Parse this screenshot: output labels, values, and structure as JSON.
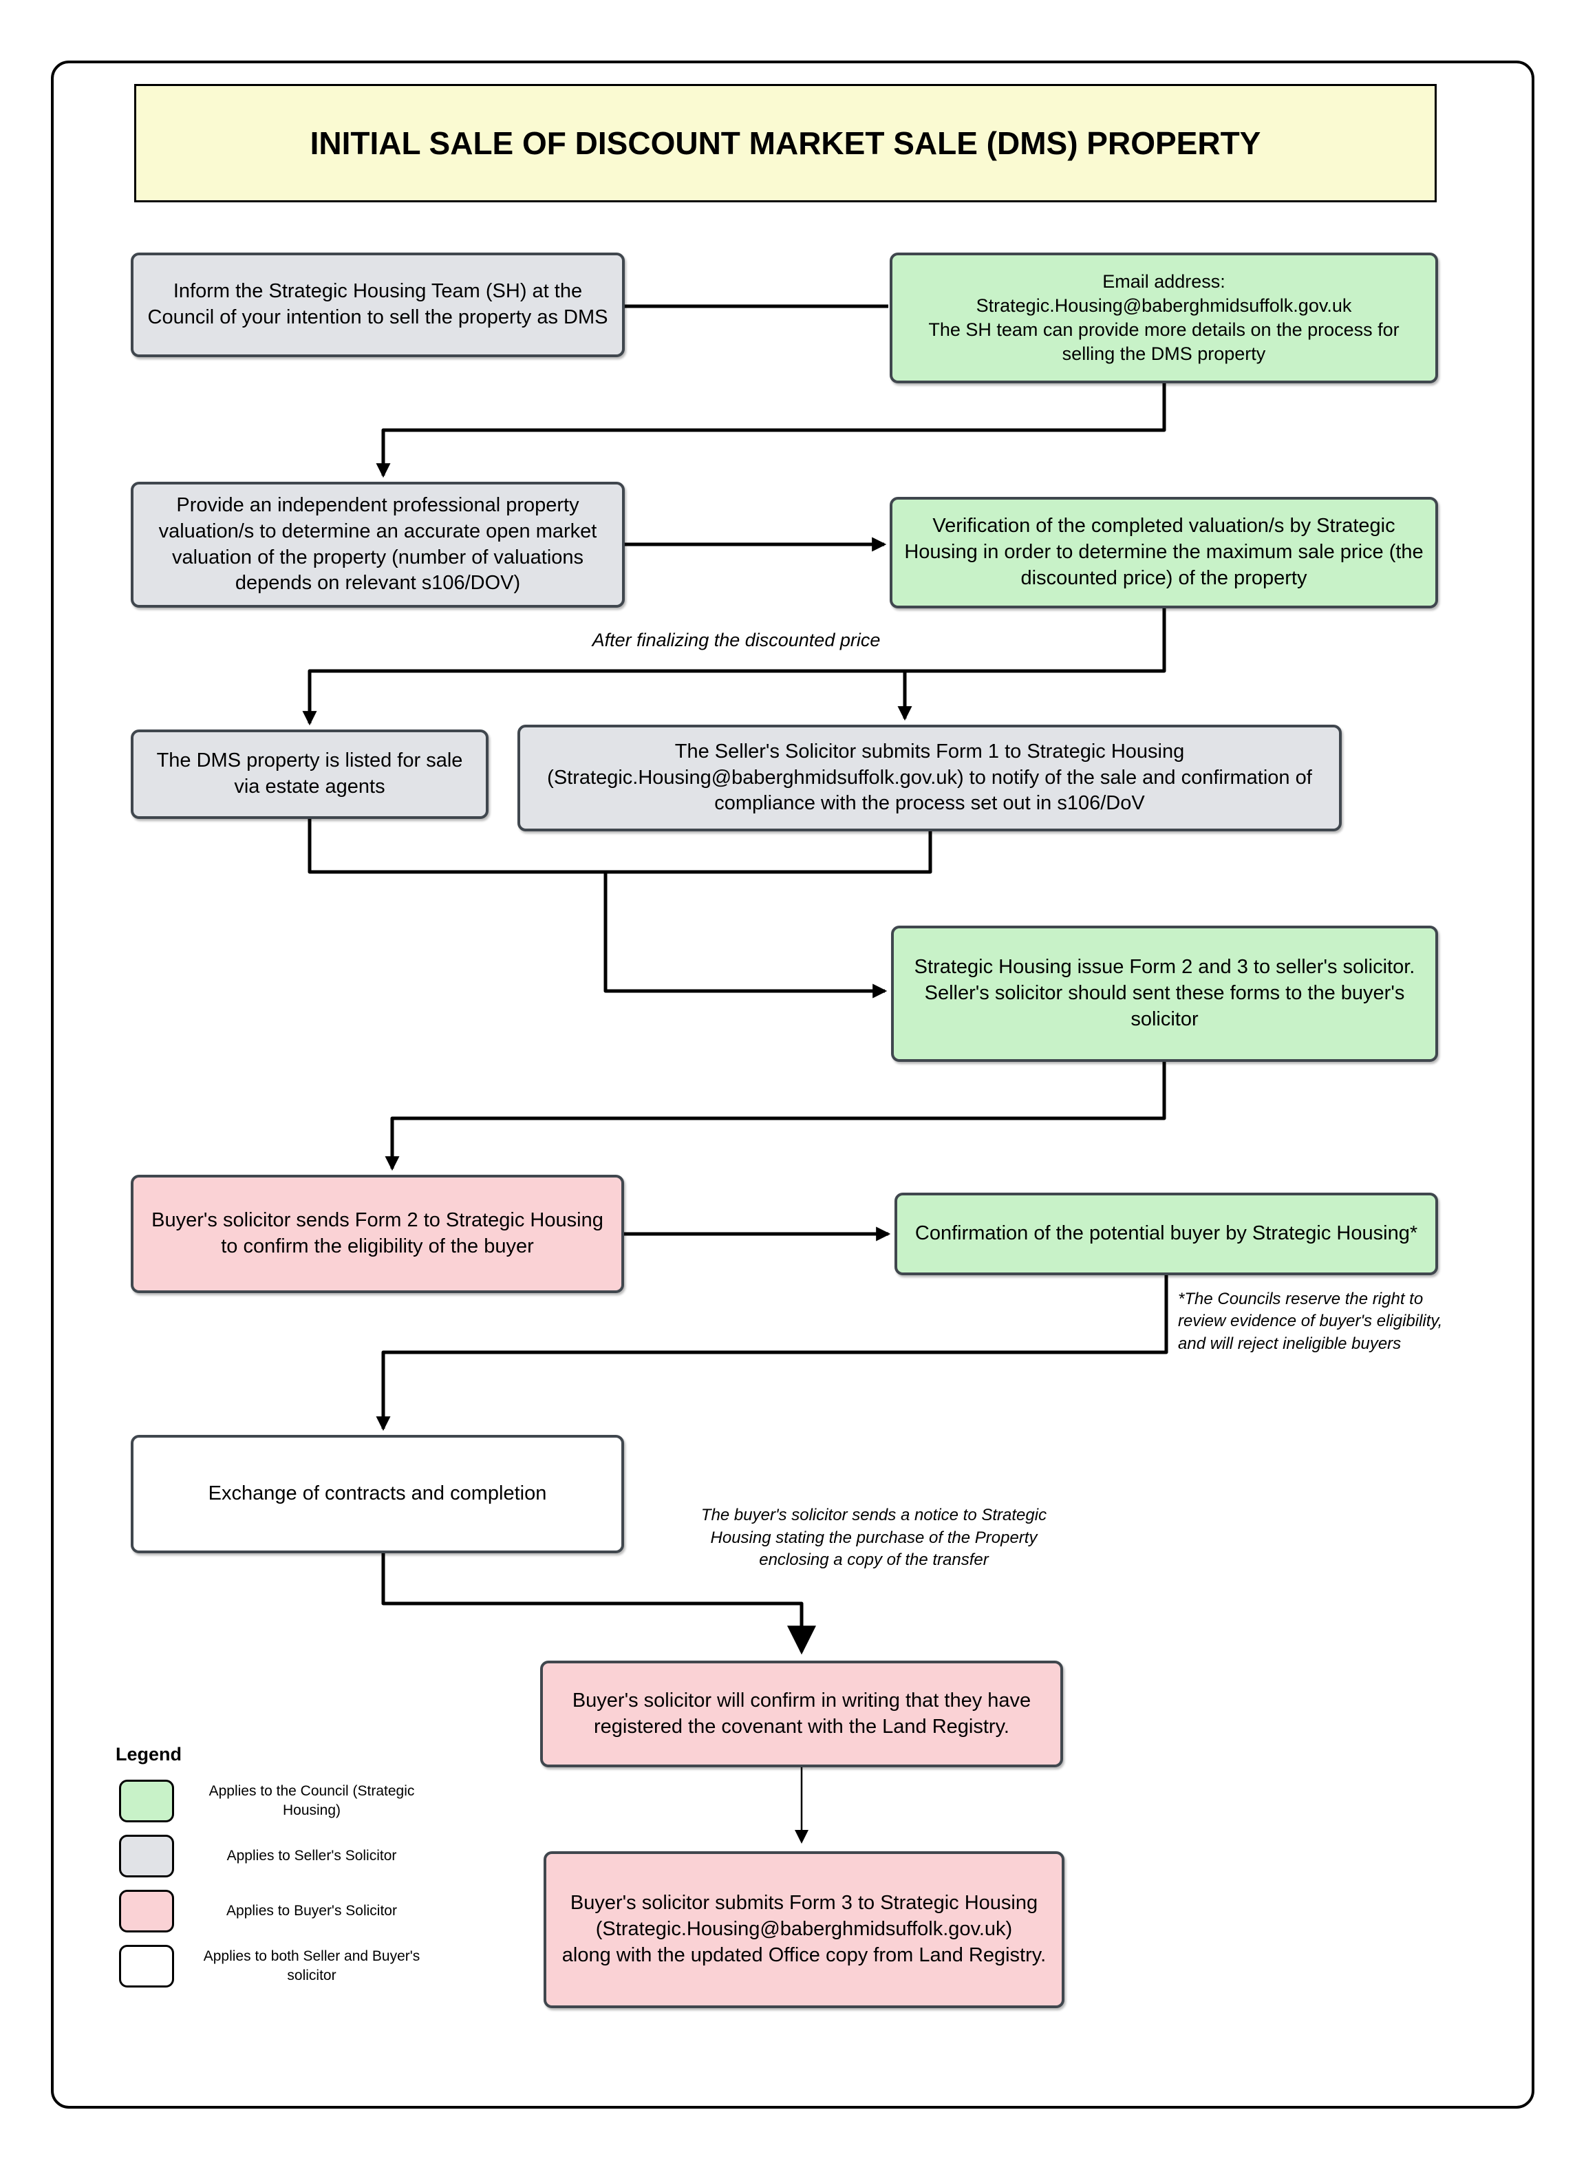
{
  "title": "INITIAL SALE OF DISCOUNT MARKET SALE (DMS) PROPERTY",
  "nodes": {
    "inform_sh": {
      "text": "Inform the Strategic Housing Team (SH) at the Council of your intention to sell the property as DMS",
      "role": "seller_solicitor"
    },
    "email_info": {
      "text": "Email address:\nStrategic.Housing@baberghmidsuffolk.gov.uk\nThe SH team can provide more details on the process for selling the DMS property",
      "role": "council"
    },
    "valuation": {
      "text": "Provide an independent professional property valuation/s to determine an accurate open market valuation of the property (number of valuations depends on relevant s106/DOV)",
      "role": "seller_solicitor"
    },
    "verification": {
      "text": "Verification of the completed valuation/s by Strategic Housing in order to determine the maximum sale price (the discounted price) of the property",
      "role": "council"
    },
    "listed_for_sale": {
      "text": "The DMS property is listed for sale via estate agents",
      "role": "seller_solicitor"
    },
    "form1_submission": {
      "text": "The Seller's Solicitor submits Form 1 to Strategic Housing (Strategic.Housing@baberghmidsuffolk.gov.uk) to notify of the sale and confirmation of compliance with the process set out in s106/DoV",
      "role": "seller_solicitor"
    },
    "form2_3_issue": {
      "text": "Strategic Housing issue Form 2 and 3 to seller's solicitor. Seller's solicitor should sent these forms to the buyer's solicitor",
      "role": "council"
    },
    "form2_eligibility": {
      "text": "Buyer's solicitor sends Form 2 to Strategic Housing to confirm the eligibility of the buyer",
      "role": "buyer_solicitor"
    },
    "buyer_confirmation": {
      "text": "Confirmation of the potential buyer by Strategic Housing*",
      "role": "council"
    },
    "exchange_completion": {
      "text": "Exchange of contracts and completion",
      "role": "both_solicitors"
    },
    "covenant_registration": {
      "text": "Buyer's solicitor will confirm in writing that they have registered the covenant with the Land Registry.",
      "role": "buyer_solicitor"
    },
    "form3_submission": {
      "text": "Buyer's solicitor submits Form 3 to Strategic Housing\n(Strategic.Housing@baberghmidsuffolk.gov.uk)\nalong with the updated Office copy from Land Registry.",
      "role": "buyer_solicitor"
    }
  },
  "annotations": {
    "after_price": "After finalizing the discounted price",
    "eligibility_note": "*The Councils reserve the right to\nreview evidence of buyer's eligibility,\nand will reject ineligible buyers",
    "transfer_notice": "The buyer's solicitor sends a notice to Strategic\nHousing stating the purchase of the Property\nenclosing a copy of the transfer"
  },
  "legend": {
    "title": "Legend",
    "items": [
      {
        "label": "Applies to the Council (Strategic Housing)",
        "color": "#C8F2C8"
      },
      {
        "label": "Applies to Seller's Solicitor",
        "color": "#E1E3E7"
      },
      {
        "label": "Applies to Buyer's Solicitor",
        "color": "#FAD2D5"
      },
      {
        "label": "Applies to both Seller and Buyer's solicitor",
        "color": "#FFFFFF"
      }
    ]
  },
  "colors": {
    "title_yellow": "#FAFAD2",
    "council_green": "#C8F2C8",
    "seller_grey": "#E1E3E7",
    "buyer_pink": "#FAD2D5",
    "both_white": "#FFFFFF",
    "node_border": "#40474E",
    "connector": "#000000"
  }
}
